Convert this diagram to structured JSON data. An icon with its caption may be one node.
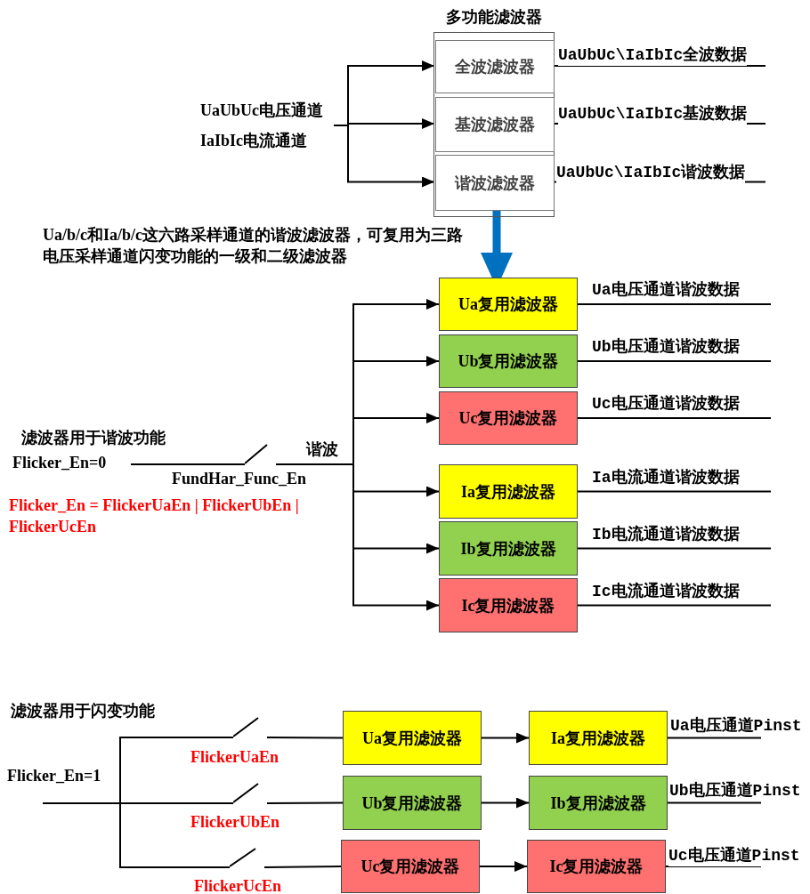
{
  "diagram": {
    "nodes": [
      {
        "text": [
          "UaUbUc电压通道",
          "IaIbIc电流通道"
        ]
      },
      {
        "text": [
          "多功能滤波器"
        ]
      },
      {
        "text": [
          "全波滤波器"
        ],
        "in": 1
      },
      {
        "text": [
          "基波滤波器"
        ],
        "in": 1
      },
      {
        "text": [
          "谐波滤波器"
        ],
        "in": 1
      },
      {
        "text": [
          "Ua复用滤波器"
        ]
      },
      {
        "text": [
          "Ub复用滤波器"
        ]
      },
      {
        "text": [
          "Uc复用滤波器"
        ]
      },
      {
        "text": [
          "Flicker_En=0"
        ]
      },
      {
        "text": [],
        "shape": "switch",
        "beside": [
          "FundHar_Func_En"
        ]
      },
      {
        "text": [
          "Ia复用滤波器"
        ]
      },
      {
        "text": [
          "Ib复用滤波器"
        ]
      },
      {
        "text": [
          "Ic复用滤波器"
        ]
      },
      {
        "text": [],
        "shape": "switch",
        "beside": [
          "FlickerUaEn"
        ]
      },
      {
        "text": [
          "Ua复用滤波器"
        ]
      },
      {
        "text": [
          "Ia复用滤波器"
        ]
      },
      {
        "text": [
          "Flicker_En=1"
        ]
      },
      {
        "text": [],
        "shape": "switch",
        "beside": [
          "FlickerUbEn"
        ]
      },
      {
        "text": [
          "Ub复用滤波器"
        ]
      },
      {
        "text": [
          "Ib复用滤波器"
        ]
      },
      {
        "text": [],
        "shape": "switch",
        "beside": [
          "FlickerUcEn"
        ]
      },
      {
        "text": [
          "Uc复用滤波器"
        ]
      },
      {
        "text": [
          "Ic复用滤波器"
        ]
      }
    ],
    "edges": [
      {
        "from": 0,
        "to": 2,
        "arrow": "to"
      },
      {
        "from": 0,
        "to": 3,
        "arrow": "to"
      },
      {
        "from": 0,
        "to": 4,
        "arrow": "to"
      },
      {
        "from": 2,
        "to": null,
        "arrow": "none",
        "label": "UaUbUc\\IaIbIc全波数据"
      },
      {
        "from": 3,
        "to": null,
        "arrow": "none",
        "label": "UaUbUc\\IaIbIc基波数据"
      },
      {
        "from": 4,
        "to": null,
        "arrow": "none",
        "label": "UaUbUc\\IaIbIc谐波数据"
      },
      {
        "from": 4,
        "to": 5,
        "arrow": "to",
        "style": "thick",
        "color": "#0070c0"
      },
      {
        "from": 8,
        "to": 9,
        "arrow": "none"
      },
      {
        "from": 9,
        "to": 5,
        "arrow": "to"
      },
      {
        "from": 9,
        "to": 6,
        "arrow": "to"
      },
      {
        "from": 9,
        "to": 7,
        "arrow": "to"
      },
      {
        "from": 9,
        "to": 10,
        "arrow": "to"
      },
      {
        "from": 9,
        "to": 11,
        "arrow": "to"
      },
      {
        "from": 9,
        "to": 12,
        "arrow": "to"
      },
      {
        "from": 5,
        "to": null,
        "arrow": "none",
        "label": "Ua电压通道谐波数据"
      },
      {
        "from": 6,
        "to": null,
        "arrow": "none",
        "label": "Ub电压通道谐波数据"
      },
      {
        "from": 7,
        "to": null,
        "arrow": "none",
        "label": "Uc电压通道谐波数据"
      },
      {
        "from": 10,
        "to": null,
        "arrow": "none",
        "label": "Ia电流通道谐波数据"
      },
      {
        "from": 11,
        "to": null,
        "arrow": "none",
        "label": "Ib电流通道谐波数据"
      },
      {
        "from": 12,
        "to": null,
        "arrow": "none",
        "label": "Ic电流通道谐波数据"
      },
      {
        "from": 16,
        "to": 13,
        "arrow": "none"
      },
      {
        "from": 16,
        "to": 17,
        "arrow": "none"
      },
      {
        "from": 16,
        "to": 20,
        "arrow": "none"
      },
      {
        "from": 13,
        "to": 14,
        "arrow": "none"
      },
      {
        "from": 17,
        "to": 18,
        "arrow": "none"
      },
      {
        "from": 20,
        "to": 21,
        "arrow": "none"
      },
      {
        "from": 14,
        "to": 15,
        "arrow": "to"
      },
      {
        "from": 18,
        "to": 19,
        "arrow": "to"
      },
      {
        "from": 21,
        "to": 22,
        "arrow": "to"
      },
      {
        "from": 15,
        "to": null,
        "arrow": "none",
        "label": "Ua电压通道Pinst"
      },
      {
        "from": 19,
        "to": null,
        "arrow": "none",
        "label": "Ub电压通道Pinst"
      },
      {
        "from": 22,
        "to": null,
        "arrow": "none",
        "label": "Uc电压通道Pinst"
      }
    ],
    "labels": [
      "Ua/b/c和Ia/b/c这六路采样通道的谐波滤波器，可复用为三路电压采样通道闪变功能的一级和二级滤波器",
      "滤波器用于谐波功能",
      "谐波",
      "Flicker_En = FlickerUaEn | FlickerUbEn | FlickerUcEn",
      "滤波器用于闪变功能"
    ]
  }
}
